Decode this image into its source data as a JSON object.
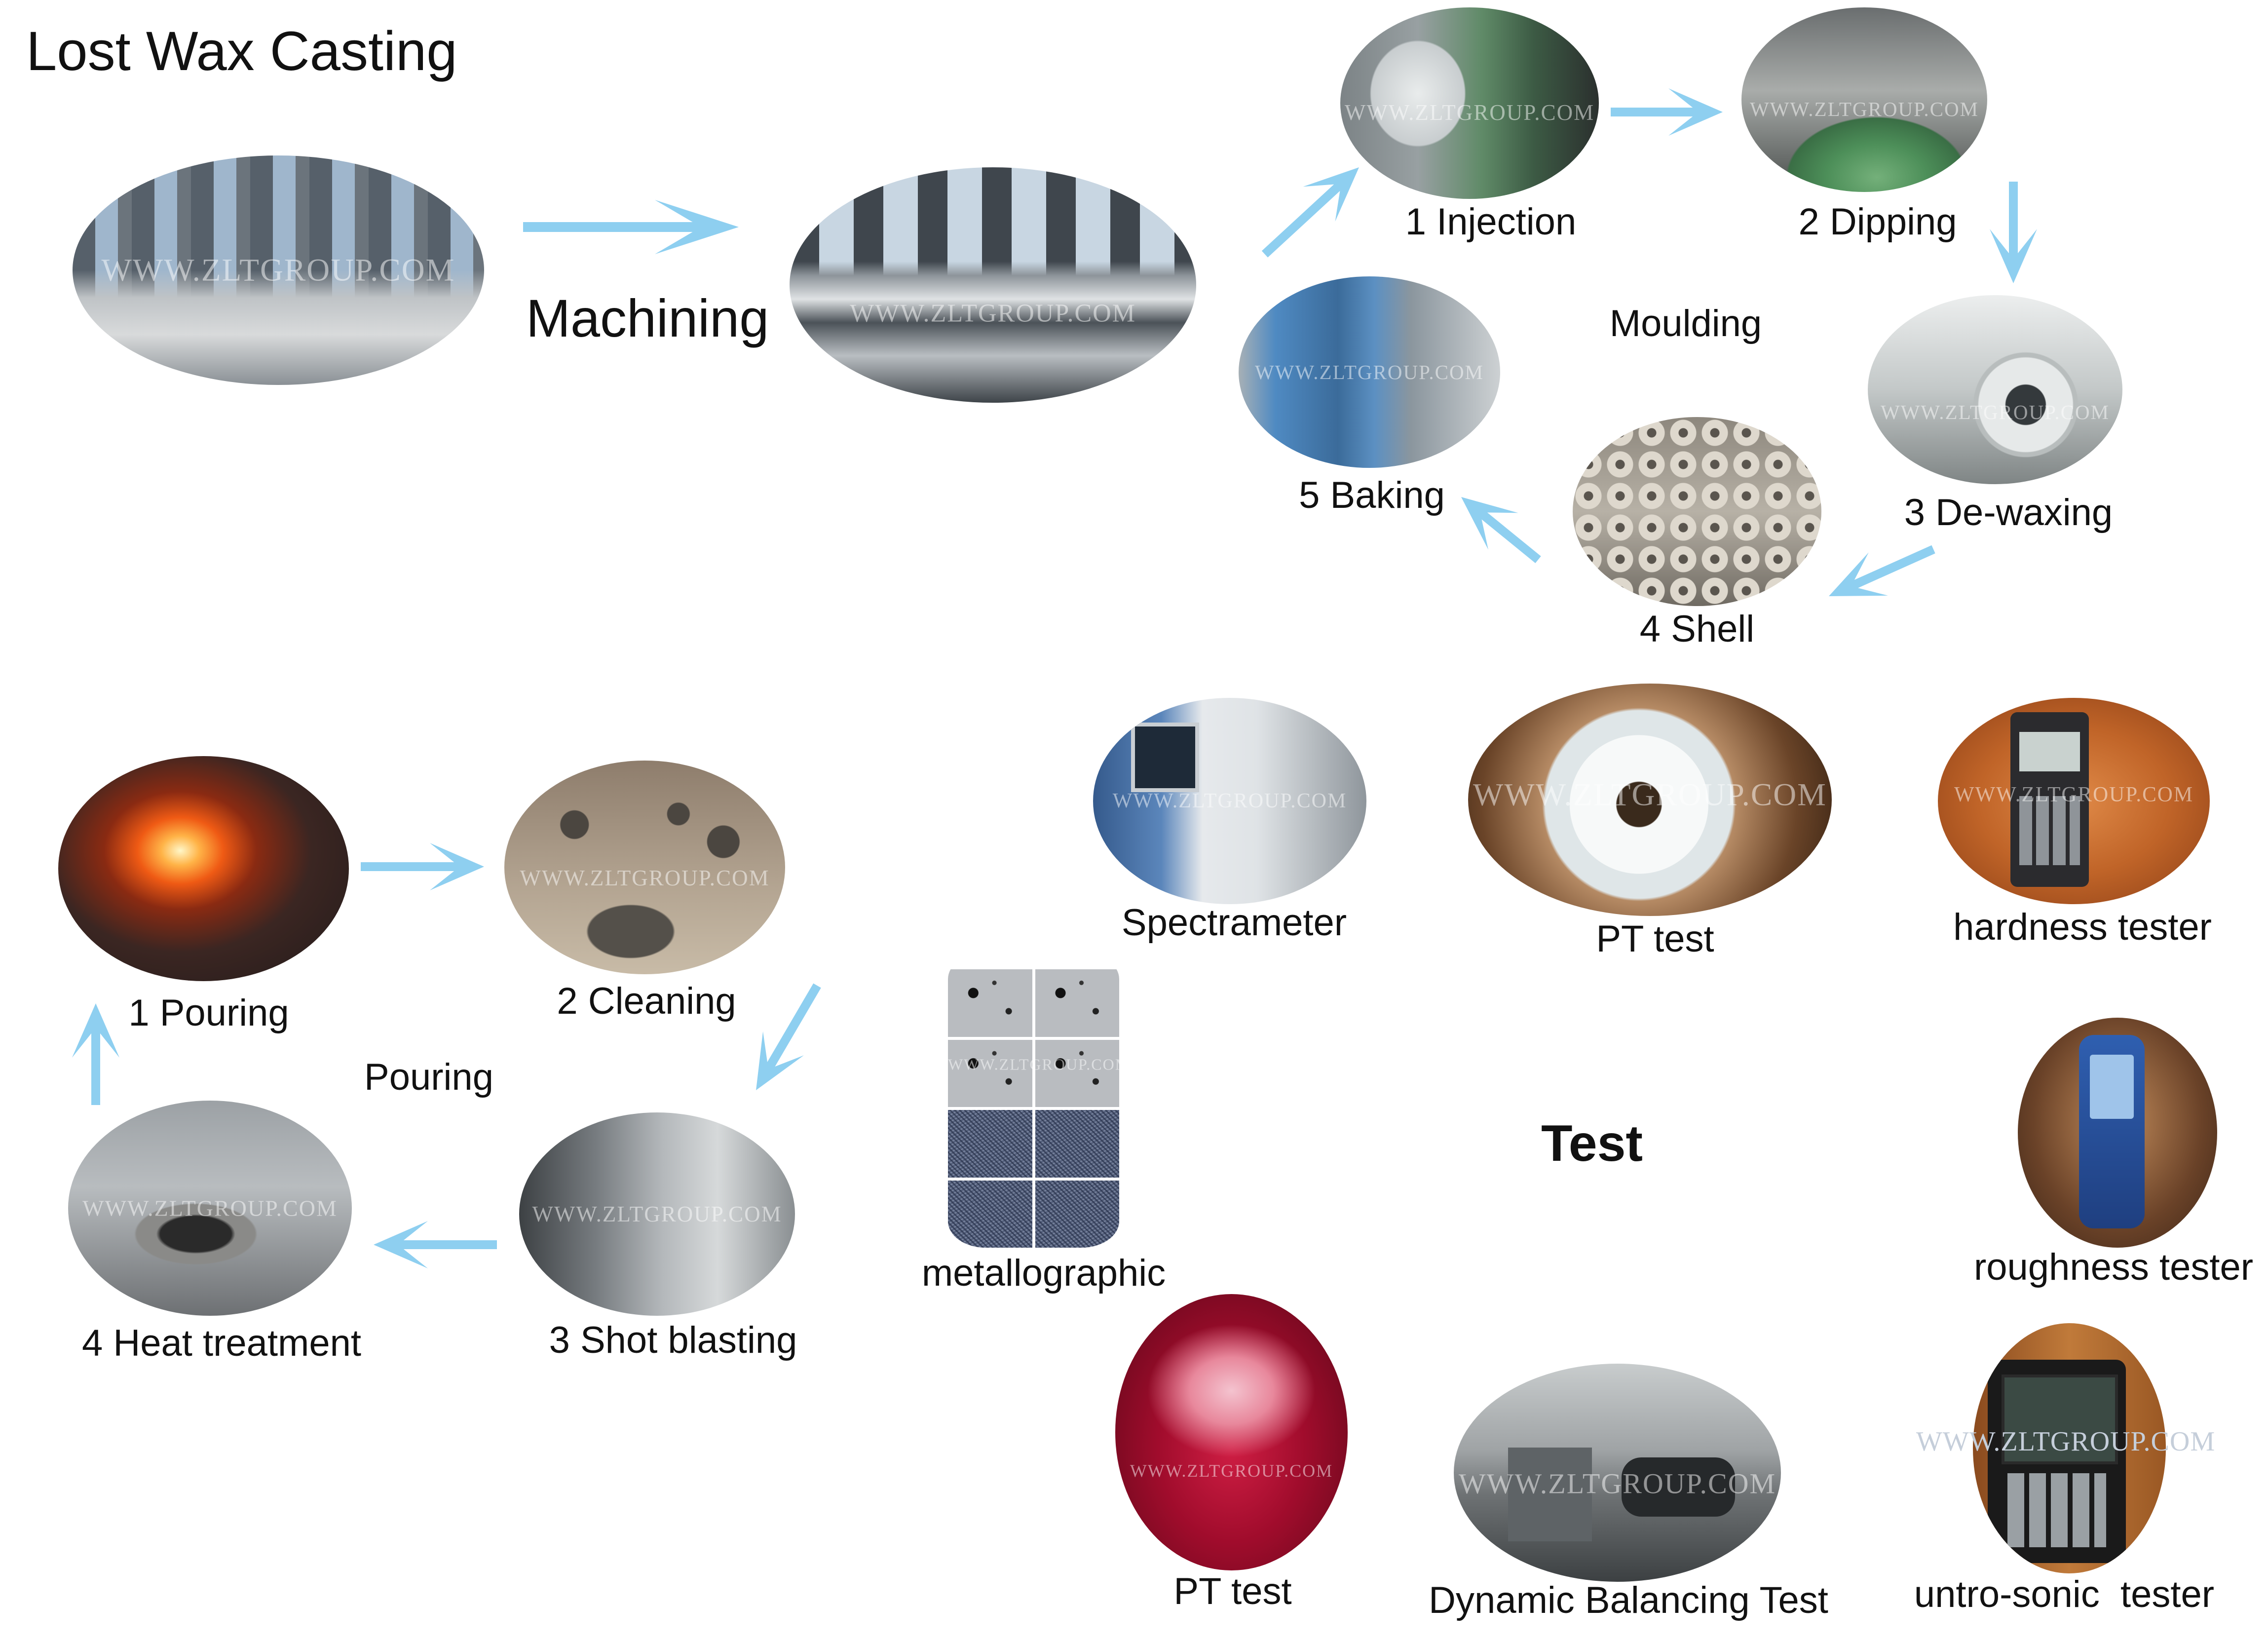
{
  "title": "Lost Wax Casting",
  "watermark": "WWW.ZLTGROUP.COM",
  "machining": {
    "label": "Machining"
  },
  "moulding": {
    "label": "Moulding",
    "steps": [
      {
        "label": "1 Injection"
      },
      {
        "label": "2 Dipping"
      },
      {
        "label": "3 De-waxing"
      },
      {
        "label": "4 Shell"
      },
      {
        "label": "5 Baking"
      }
    ]
  },
  "pouring": {
    "label": "Pouring",
    "steps": [
      {
        "label": "1 Pouring"
      },
      {
        "label": "2 Cleaning"
      },
      {
        "label": "3 Shot blasting"
      },
      {
        "label": "4 Heat treatment"
      }
    ]
  },
  "test": {
    "label": "Test",
    "items": [
      {
        "label": "Spectrameter"
      },
      {
        "label": "PT test"
      },
      {
        "label": "hardness tester"
      },
      {
        "label": "metallographic"
      },
      {
        "label": "roughness tester"
      },
      {
        "label": "PT test"
      },
      {
        "label": "Dynamic Balancing Test"
      },
      {
        "label": "untro-sonic  tester"
      }
    ]
  },
  "colors": {
    "arrow": "#8ecff0",
    "text": "#111111"
  }
}
